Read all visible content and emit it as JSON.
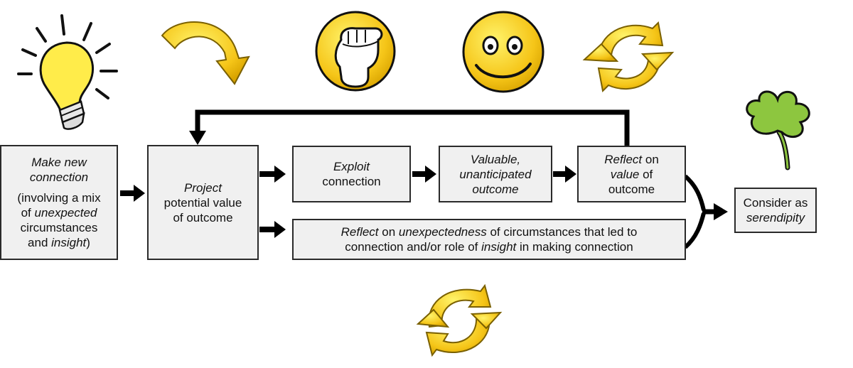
{
  "boxes": {
    "make_new": {
      "line1_em": "Make new",
      "line2_em": "connection",
      "p2_a": "(involving a mix",
      "p2_b": "of ",
      "p2_b_em": "unexpected",
      "p2_c": "circumstances",
      "p2_d": "and ",
      "p2_d_em": "insight",
      "p2_d_end": ")"
    },
    "project": {
      "line1_em": "Project",
      "line2": "potential value",
      "line3": "of outcome"
    },
    "exploit": {
      "line1_em": "Exploit",
      "line2": "connection"
    },
    "valuable": {
      "line1_em": "Valuable,",
      "line2_em": "unanticipated",
      "line3_em": "outcome"
    },
    "reflect_value": {
      "l1_em": "Reflect",
      "l1": " on",
      "l2_em": "value",
      "l2": " of",
      "l3": "outcome"
    },
    "reflect_unexpected": {
      "l1_em_a": "Reflect",
      "l1_a": " on ",
      "l1_em_b": "unexpectedness",
      "l1_b": " of circumstances that led to",
      "l2_a": "connection and/or role of ",
      "l2_em": "insight",
      "l2_b": " in making connection"
    },
    "consider": {
      "line1": "Consider as",
      "line2_em": "serendipity"
    }
  },
  "icons": [
    "lightbulb-icon",
    "curved-arrow-icon",
    "fist-icon",
    "smiley-icon",
    "cycle-arrows-icon",
    "clover-icon"
  ],
  "colors": {
    "icon_yellow": "#f5c518",
    "icon_yellow_light": "#ffe866",
    "clover_green": "#8dc63f",
    "box_fill": "#f0f0f0",
    "arrow": "#000000"
  }
}
